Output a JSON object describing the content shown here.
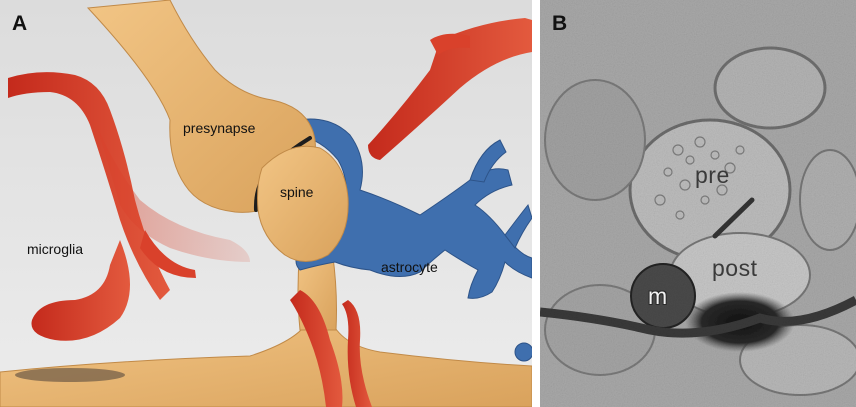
{
  "panel_a": {
    "letter": "A",
    "labels": {
      "presynapse": "presynapse",
      "spine": "spine",
      "microglia": "microglia",
      "astrocyte": "astrocyte"
    },
    "colors": {
      "neuron": "#e8b56f",
      "astrocyte": "#3f6fae",
      "microglia": "#d9412b",
      "background": "#e4e4e4"
    }
  },
  "panel_b": {
    "letter": "B",
    "labels": {
      "pre": "pre",
      "post": "post",
      "m": "m"
    }
  }
}
